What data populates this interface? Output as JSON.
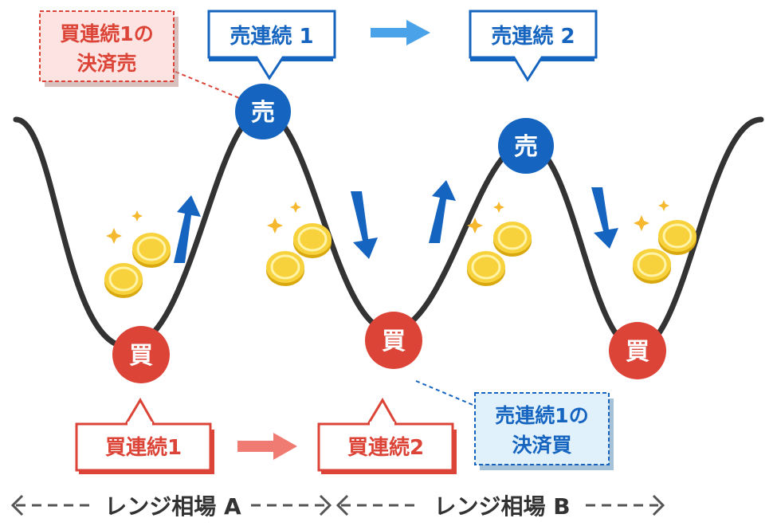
{
  "colors": {
    "sell": "#1565c0",
    "buy": "#dc4437",
    "curve": "#333333",
    "sell_arrow": "#4aa3e8",
    "buy_arrow": "#f07b72",
    "coin": "#f7d23d"
  },
  "markers": {
    "sell": "売",
    "buy": "買"
  },
  "callouts": {
    "sell_1": "売連続 1",
    "sell_2": "売連続 2",
    "buy_1": "買連続1",
    "buy_2": "買連続2",
    "buy1_settle_line1": "買連続1の",
    "buy1_settle_line2": "決済売",
    "sell1_settle_line1": "売連続1の",
    "sell1_settle_line2": "決済買"
  },
  "ranges": {
    "a_label": "レンジ相場 A",
    "b_label": "レンジ相場 B"
  }
}
